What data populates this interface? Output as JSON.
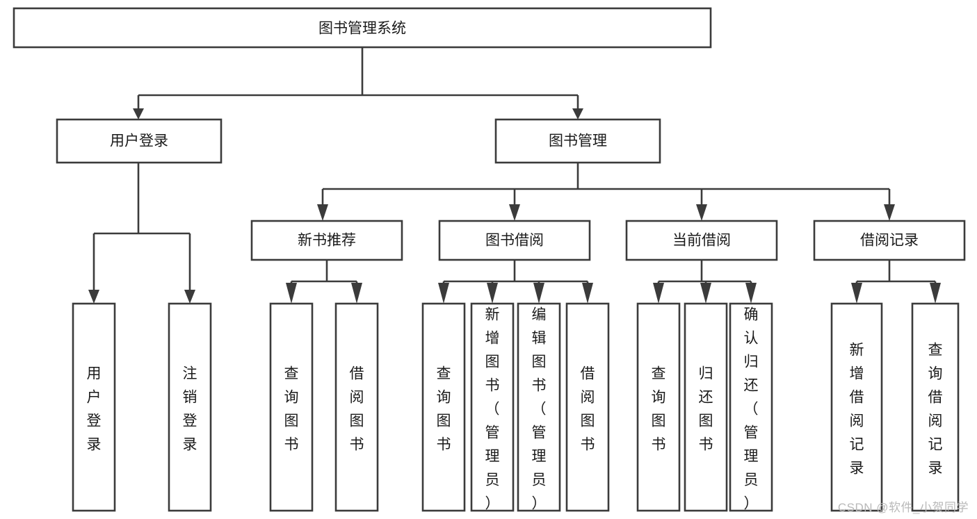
{
  "diagram": {
    "type": "tree-hierarchy",
    "title": "图书管理系统",
    "watermark": "CSDN @软件_小贺同学",
    "colors": {
      "stroke": "#3b3b3b",
      "fill": "#ffffff",
      "text": "#1a1a1a",
      "watermark": "#b9b9b9",
      "background": "#ffffff"
    },
    "levels": {
      "level0": [
        {
          "id": "root",
          "label": "图书管理系统",
          "orientation": "horizontal"
        }
      ],
      "level1": [
        {
          "id": "user-login",
          "label": "用户登录",
          "orientation": "horizontal",
          "parent": "root"
        },
        {
          "id": "book-manage",
          "label": "图书管理",
          "orientation": "horizontal",
          "parent": "root"
        }
      ],
      "level2": [
        {
          "id": "new-book-rec",
          "label": "新书推荐",
          "orientation": "horizontal",
          "parent": "book-manage"
        },
        {
          "id": "book-borrow",
          "label": "图书借阅",
          "orientation": "horizontal",
          "parent": "book-manage"
        },
        {
          "id": "current-borrow",
          "label": "当前借阅",
          "orientation": "horizontal",
          "parent": "book-manage"
        },
        {
          "id": "borrow-record",
          "label": "借阅记录",
          "orientation": "horizontal",
          "parent": "book-manage"
        }
      ],
      "level3": [
        {
          "id": "leaf-user-login",
          "label": "用户登录",
          "orientation": "vertical",
          "parent": "user-login"
        },
        {
          "id": "leaf-logout",
          "label": "注销登录",
          "orientation": "vertical",
          "parent": "user-login"
        },
        {
          "id": "leaf-query-book-1",
          "label": "查询图书",
          "orientation": "vertical",
          "parent": "new-book-rec"
        },
        {
          "id": "leaf-borrow-book-1",
          "label": "借阅图书",
          "orientation": "vertical",
          "parent": "new-book-rec"
        },
        {
          "id": "leaf-query-book-2",
          "label": "查询图书",
          "orientation": "vertical",
          "parent": "book-borrow"
        },
        {
          "id": "leaf-add-book",
          "label": "新增图书（管理员）",
          "orientation": "vertical",
          "parent": "book-borrow"
        },
        {
          "id": "leaf-edit-book",
          "label": "编辑图书（管理员）",
          "orientation": "vertical",
          "parent": "book-borrow"
        },
        {
          "id": "leaf-borrow-book-2",
          "label": "借阅图书",
          "orientation": "vertical",
          "parent": "book-borrow"
        },
        {
          "id": "leaf-query-book-3",
          "label": "查询图书",
          "orientation": "vertical",
          "parent": "current-borrow"
        },
        {
          "id": "leaf-return-book",
          "label": "归还图书",
          "orientation": "vertical",
          "parent": "current-borrow"
        },
        {
          "id": "leaf-confirm-return",
          "label": "确认归还（管理员）",
          "orientation": "vertical",
          "parent": "current-borrow"
        },
        {
          "id": "leaf-add-record",
          "label": "新增借阅记录",
          "orientation": "vertical",
          "parent": "borrow-record"
        },
        {
          "id": "leaf-query-record",
          "label": "查询借阅记录",
          "orientation": "vertical",
          "parent": "borrow-record"
        }
      ]
    }
  }
}
